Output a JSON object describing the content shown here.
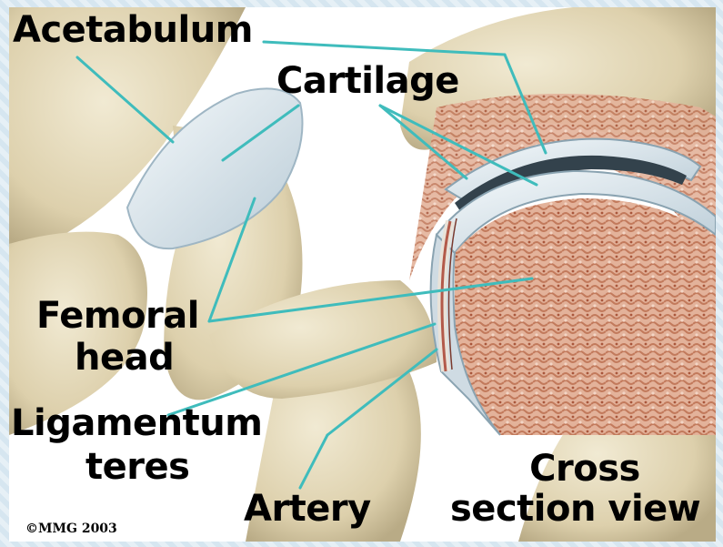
{
  "labels": {
    "acetabulum": "Acetabulum",
    "cartilage": "Cartilage",
    "femoral_head_line1": "Femoral",
    "femoral_head_line2": "head",
    "ligamentum_line1": "Ligamentum",
    "ligamentum_line2": "teres",
    "artery": "Artery",
    "cross_line1": "Cross",
    "cross_line2": "section view"
  },
  "copyright": "©MMG 2003",
  "colors": {
    "leader": "#3fbcbc",
    "bone": "#e6dcbf",
    "bone_shadow": "#b9ab86",
    "cartilage": "#dde8ef",
    "marrow": "#d99a7e",
    "marrow_dark": "#b86a4c",
    "artery": "#b35a4a"
  }
}
